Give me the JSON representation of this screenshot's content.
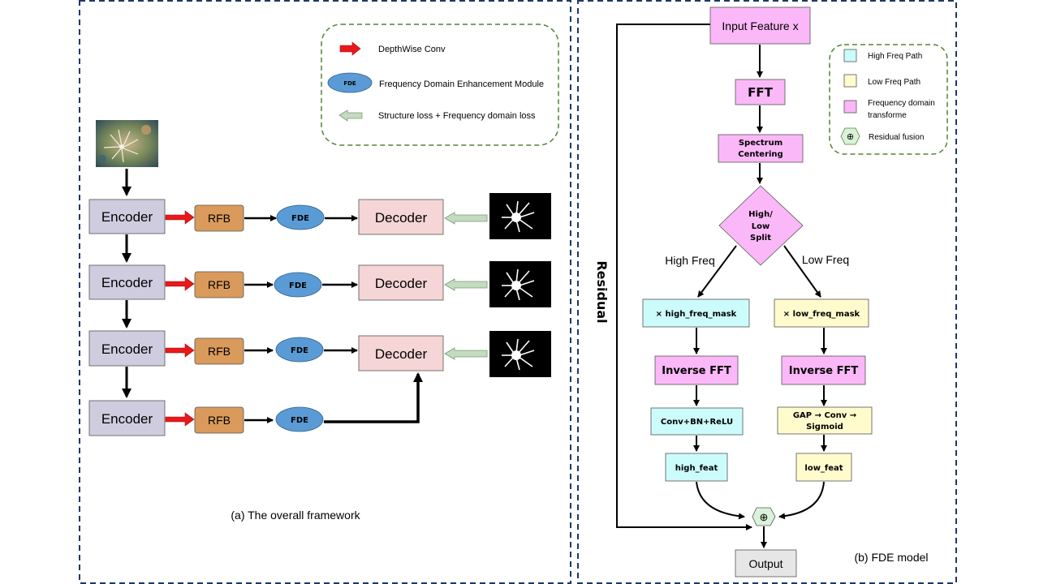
{
  "left_panel": {
    "caption": "(a) The overall framework",
    "legend": {
      "depthwise_label": "DepthWise Conv",
      "fde_badge": "FDE",
      "fde_label": "Frequency Domain Enhancement Module",
      "loss_label": "Structure loss + Frequency domain loss"
    },
    "rows": [
      {
        "encoder": "Encoder",
        "rfb": "RFB",
        "fde": "FDE",
        "decoder": "Decoder"
      },
      {
        "encoder": "Encoder",
        "rfb": "RFB",
        "fde": "FDE",
        "decoder": "Decoder"
      },
      {
        "encoder": "Encoder",
        "rfb": "RFB",
        "fde": "FDE",
        "decoder": "Decoder"
      },
      {
        "encoder": "Encoder",
        "rfb": "RFB",
        "fde": "FDE"
      }
    ]
  },
  "right_panel": {
    "caption": "(b) FDE model",
    "residual_label": "Residual",
    "nodes": {
      "input": "Input Feature x",
      "fft": "FFT",
      "centering_line1": "Spectrum",
      "centering_line2": "Centering",
      "split_line1": "High/",
      "split_line2": "Low",
      "split_line3": "Split",
      "high_label": "High Freq",
      "low_label": "Low Freq",
      "high_mask": "× high_freq_mask",
      "low_mask": "× low_freq_mask",
      "inv_fft_high": "Inverse FFT",
      "inv_fft_low": "Inverse FFT",
      "conv_bn_relu": "Conv+BN+ReLU",
      "gap_line1": "GAP → Conv →",
      "gap_line2": "Sigmoid",
      "high_feat": "high_feat",
      "low_feat": "low_feat",
      "fusion_symbol": "⊕",
      "output": "Output"
    },
    "legend": {
      "high": "High Freq Path",
      "low": "Low Freq Path",
      "transform_line1": "Frequency domain",
      "transform_line2": "transforme",
      "fusion_symbol": "⊕",
      "fusion": "Residual fusion"
    }
  },
  "colors": {
    "encoder": "#d0cce0",
    "rfb": "#d99a5b",
    "fde": "#5b9bd5",
    "decoder": "#f5d5d5",
    "red_arrow": "#e8191b",
    "loss_arrow": "#c5dbc1",
    "high_path": "#ccfbfb",
    "low_path": "#fffbcc",
    "transform": "#fbb8f8",
    "fusion": "#d9f2d9",
    "output": "#e6e6e6",
    "panel_border": "#1f3864",
    "legend_border": "#548235"
  }
}
